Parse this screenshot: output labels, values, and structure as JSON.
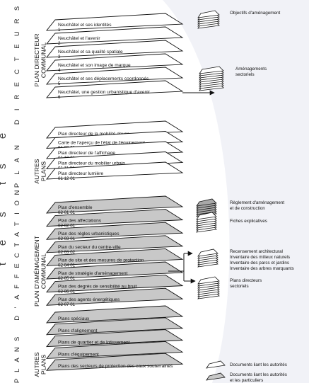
{
  "spaced_text": {
    "plan_directeur": [
      "P",
      "L",
      "A",
      "N",
      " ",
      "D",
      "I",
      "R",
      "E",
      "C",
      "T",
      "E",
      "U",
      "R",
      "S"
    ],
    "plan_affectation": [
      "P",
      "L",
      "A",
      "N",
      "S",
      " ",
      "D",
      "'",
      "A",
      "F",
      "F",
      "E",
      "C",
      "T",
      "A",
      "T",
      "I",
      "O",
      "N"
    ]
  },
  "bleed_text": [
    "e",
    "s",
    "t",
    "s",
    "e",
    "t"
  ],
  "groups": [
    {
      "title_lines": [
        "PLAN DIRECTEUR",
        "COMMUNAL"
      ],
      "fill": "#ffffff",
      "sheets": [
        {
          "label": "Neuchâtel et ses identités",
          "code": "1"
        },
        {
          "label": "Neuchâtel et l'avenir",
          "code": "2"
        },
        {
          "label": "Neuchâtel et sa qualité spatiale",
          "code": "3"
        },
        {
          "label": "Neuchâtel et son image de marque",
          "code": "4"
        },
        {
          "label": "Neuchâtel et ses déplacements coordonnés",
          "code": "5"
        },
        {
          "label": "Neuchâtel, une gestion urbanistique d'avenir",
          "code": "6"
        }
      ]
    },
    {
      "title_lines": [
        "AUTRES",
        "PLANS"
      ],
      "fill": "#ffffff",
      "sheets": [
        {
          "label": "Plan directeur de la mobilité douce",
          "code": ""
        },
        {
          "label": "Carte de l'aperçu de l'état de l'équipement",
          "code": "01 09 01"
        },
        {
          "label": "Plan directeur de l'affichage",
          "code": "01 10 01"
        },
        {
          "label": "Plan directeur du mobilier urbain",
          "code": "01 11 01"
        },
        {
          "label": "Plan directeur lumière",
          "code": "01 12 01"
        }
      ]
    },
    {
      "title_lines": [
        "PLAN D'AMÉNAGEMENT",
        "COMMUNAL"
      ],
      "fill": "#c8c8c8",
      "sheets": [
        {
          "label": "Plan d'ensemble",
          "code": "02 01 01"
        },
        {
          "label": "Plan des affectations",
          "code": "02 02 01"
        },
        {
          "label": "Plan des règles urbanistiques",
          "code": "02 03 01"
        },
        {
          "label": "Plan du secteur du centre-ville",
          "code": "02 03 02"
        },
        {
          "label": "Plan de site et des mesures de protection",
          "code": "02 04 01"
        },
        {
          "label": "Plan de stratégie d'aménagement",
          "code": "02 05 01"
        },
        {
          "label": "Plan des degrés de sensibilité au bruit",
          "code": "02 06 01"
        },
        {
          "label": "Plan des agents énergétiques",
          "code": "02 07 01"
        }
      ]
    },
    {
      "title_lines": [
        "AUTRES",
        "PLANS"
      ],
      "fill": "#c8c8c8",
      "sheets": [
        {
          "label": "Plans spéciaux",
          "code": ""
        },
        {
          "label": "Plans d'alignement",
          "code": ""
        },
        {
          "label": "Plans de quartier et de lotissement",
          "code": ""
        },
        {
          "label": "Plans d'équipement",
          "code": ""
        },
        {
          "label": "Plans des secteurs de protection des eaux souterraines",
          "code": ""
        }
      ]
    }
  ],
  "right_side": {
    "objectifs": "Objectifs d'aménagement",
    "amenagements": [
      "Aménagements",
      "sectoriels"
    ],
    "reglement": [
      "Règlement d'aménagement",
      "et de construction"
    ],
    "fiches": "Fiches explicatives",
    "recensement": [
      "Recensement architectural",
      "Inventaire des milieux naturels",
      "Inventaire des parcs et jardins",
      "Inventaire des arbres marquants"
    ],
    "plans_directeurs": [
      "Plans directeurs",
      "sectoriels"
    ]
  },
  "legend": {
    "white_label": "Documents liant les autorités",
    "grey_label": [
      "Documents liant les autorités",
      "et les particuliers"
    ]
  },
  "colors": {
    "white_sheet": "#ffffff",
    "grey_sheet": "#c8c8c8",
    "dark_sheet": "#a8a8a8",
    "backdrop": "#eeeff5",
    "stroke": "#111111"
  }
}
